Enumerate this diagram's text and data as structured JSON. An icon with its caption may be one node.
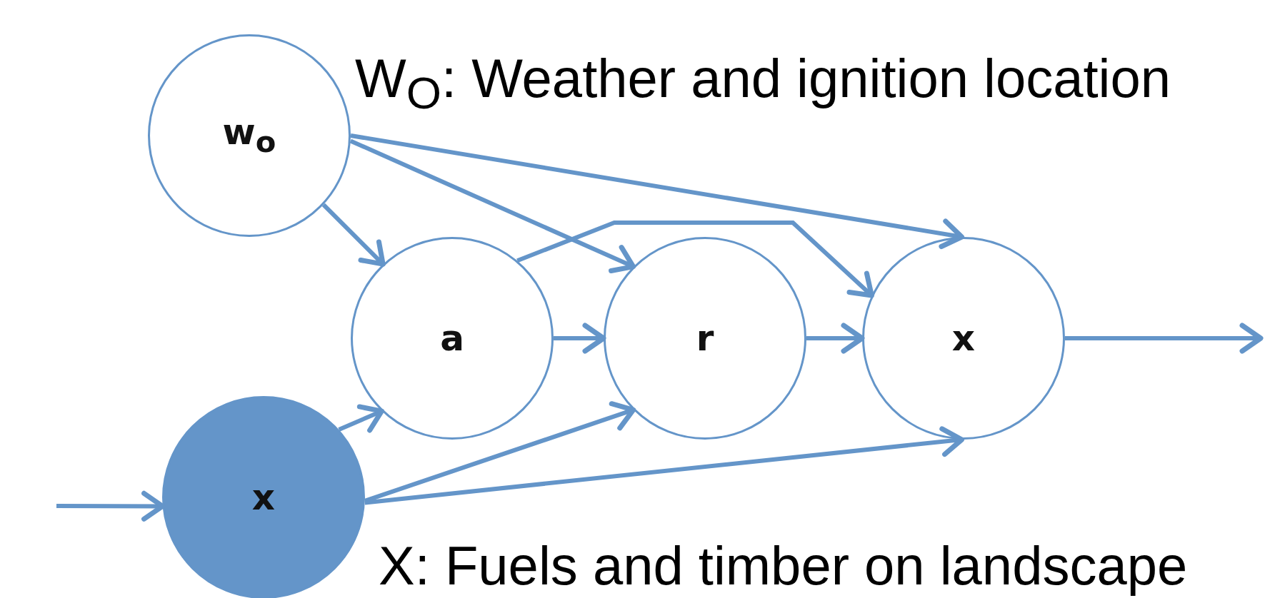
{
  "diagram": {
    "nodes": [
      {
        "text": [
          "w$_{o}$"
        ],
        "beside": [
          "W$_{O}$: Weather and ignition location"
        ]
      },
      {
        "text": [
          "a"
        ]
      },
      {
        "text": [
          "r"
        ]
      },
      {
        "text": [
          "x"
        ]
      },
      {
        "text": [
          "x"
        ],
        "beside": [
          "X: Fuels and timber on landscape"
        ]
      }
    ],
    "edges": [
      {
        "from": 0,
        "to": 1,
        "arrow": "to"
      },
      {
        "from": 0,
        "to": 2,
        "arrow": "to"
      },
      {
        "from": 0,
        "to": 3,
        "arrow": "to"
      },
      {
        "from": 1,
        "to": 2,
        "arrow": "to"
      },
      {
        "from": 1,
        "to": 3,
        "arrow": "to"
      },
      {
        "from": 2,
        "to": 3,
        "arrow": "to"
      },
      {
        "from": 4,
        "to": 1,
        "arrow": "to"
      },
      {
        "from": 4,
        "to": 2,
        "arrow": "to"
      },
      {
        "from": 4,
        "to": 3,
        "arrow": "to"
      },
      {
        "from": null,
        "to": 4,
        "arrow": "to"
      },
      {
        "from": 3,
        "to": null,
        "arrow": "to"
      }
    ]
  }
}
